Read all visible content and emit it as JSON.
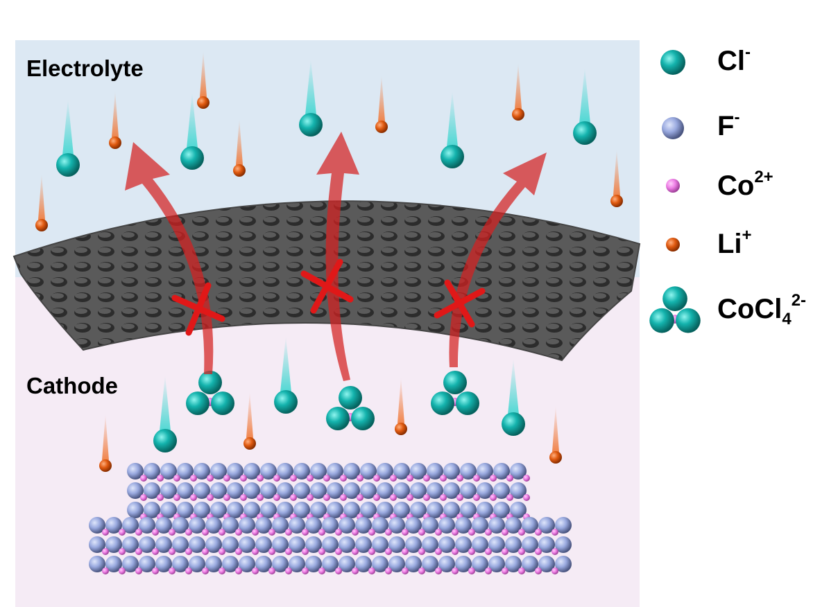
{
  "regions": {
    "electrolyte": "Electrolyte",
    "cathode": "Cathode"
  },
  "legend": [
    {
      "symbol": "Cl",
      "charge": "-",
      "icon": "cl-ion-sphere"
    },
    {
      "symbol": "F",
      "charge": "-",
      "icon": "f-ion-sphere"
    },
    {
      "symbol": "Co",
      "charge": "2+",
      "icon": "co-ion-sphere"
    },
    {
      "symbol": "Li",
      "charge": "+",
      "icon": "li-ion-sphere"
    },
    {
      "symbol": "CoCl",
      "subscript": "4",
      "charge": "2-",
      "icon": "cocl4-cluster"
    }
  ],
  "colors": {
    "electrolyte_bg": "#dce8f3",
    "cathode_bg": "#f5ebf5",
    "cl": "#14b3ad",
    "f": "#99a9df",
    "co": "#ee80e6",
    "li": "#e05a10",
    "arrow": "#d42020",
    "membrane": "#5c5c5c"
  }
}
